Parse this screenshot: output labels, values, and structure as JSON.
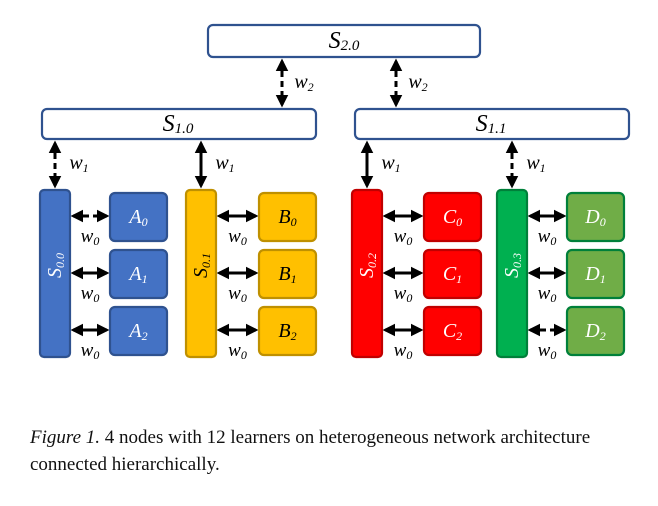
{
  "diagram": {
    "top_server": {
      "main": "S",
      "sub": "2.0"
    },
    "mid_servers": [
      {
        "main": "S",
        "sub": "1.0"
      },
      {
        "main": "S",
        "sub": "1.1"
      }
    ],
    "nodes": [
      {
        "main": "S",
        "sub": "0.0",
        "color": "#4472C4",
        "border": "#2F528F",
        "text_color": "#ffffff",
        "learners": [
          {
            "main": "A",
            "sub": "0"
          },
          {
            "main": "A",
            "sub": "1"
          },
          {
            "main": "A",
            "sub": "2"
          }
        ],
        "learner_color": "#4472C4",
        "learner_text": "#ffffff",
        "link_styles": [
          "dashed",
          "solid",
          "solid"
        ]
      },
      {
        "main": "S",
        "sub": "0.1",
        "color": "#FFC000",
        "border": "#BF9000",
        "text_color": "#000000",
        "learners": [
          {
            "main": "B",
            "sub": "0"
          },
          {
            "main": "B",
            "sub": "1"
          },
          {
            "main": "B",
            "sub": "2"
          }
        ],
        "learner_color": "#FFC000",
        "learner_text": "#000000",
        "link_styles": [
          "solid",
          "solid",
          "solid"
        ]
      },
      {
        "main": "S",
        "sub": "0.2",
        "color": "#FF0000",
        "border": "#C00000",
        "text_color": "#ffffff",
        "learners": [
          {
            "main": "C",
            "sub": "0"
          },
          {
            "main": "C",
            "sub": "1"
          },
          {
            "main": "C",
            "sub": "2"
          }
        ],
        "learner_color": "#FF0000",
        "learner_text": "#ffffff",
        "link_styles": [
          "solid",
          "solid",
          "solid"
        ]
      },
      {
        "main": "S",
        "sub": "0.3",
        "color": "#00B050",
        "border": "#00803A",
        "text_color": "#ffffff",
        "learners": [
          {
            "main": "D",
            "sub": "0"
          },
          {
            "main": "D",
            "sub": "1"
          },
          {
            "main": "D",
            "sub": "2"
          }
        ],
        "learner_color": "#70AD47",
        "learner_text": "#ffffff",
        "link_styles": [
          "solid",
          "solid",
          "dashed"
        ]
      }
    ],
    "weights": {
      "w2": {
        "main": "w",
        "sub": "2"
      },
      "w1": {
        "main": "w",
        "sub": "1"
      },
      "w0": {
        "main": "w",
        "sub": "0"
      }
    },
    "top_links": [
      "dashed",
      "dashed"
    ],
    "mid_links": [
      "dashed",
      "solid",
      "solid",
      "dashed"
    ]
  },
  "caption": {
    "figure_label": "Figure 1.",
    "text": " 4 nodes with 12 learners on heterogeneous network architecture connected hierarchically."
  }
}
